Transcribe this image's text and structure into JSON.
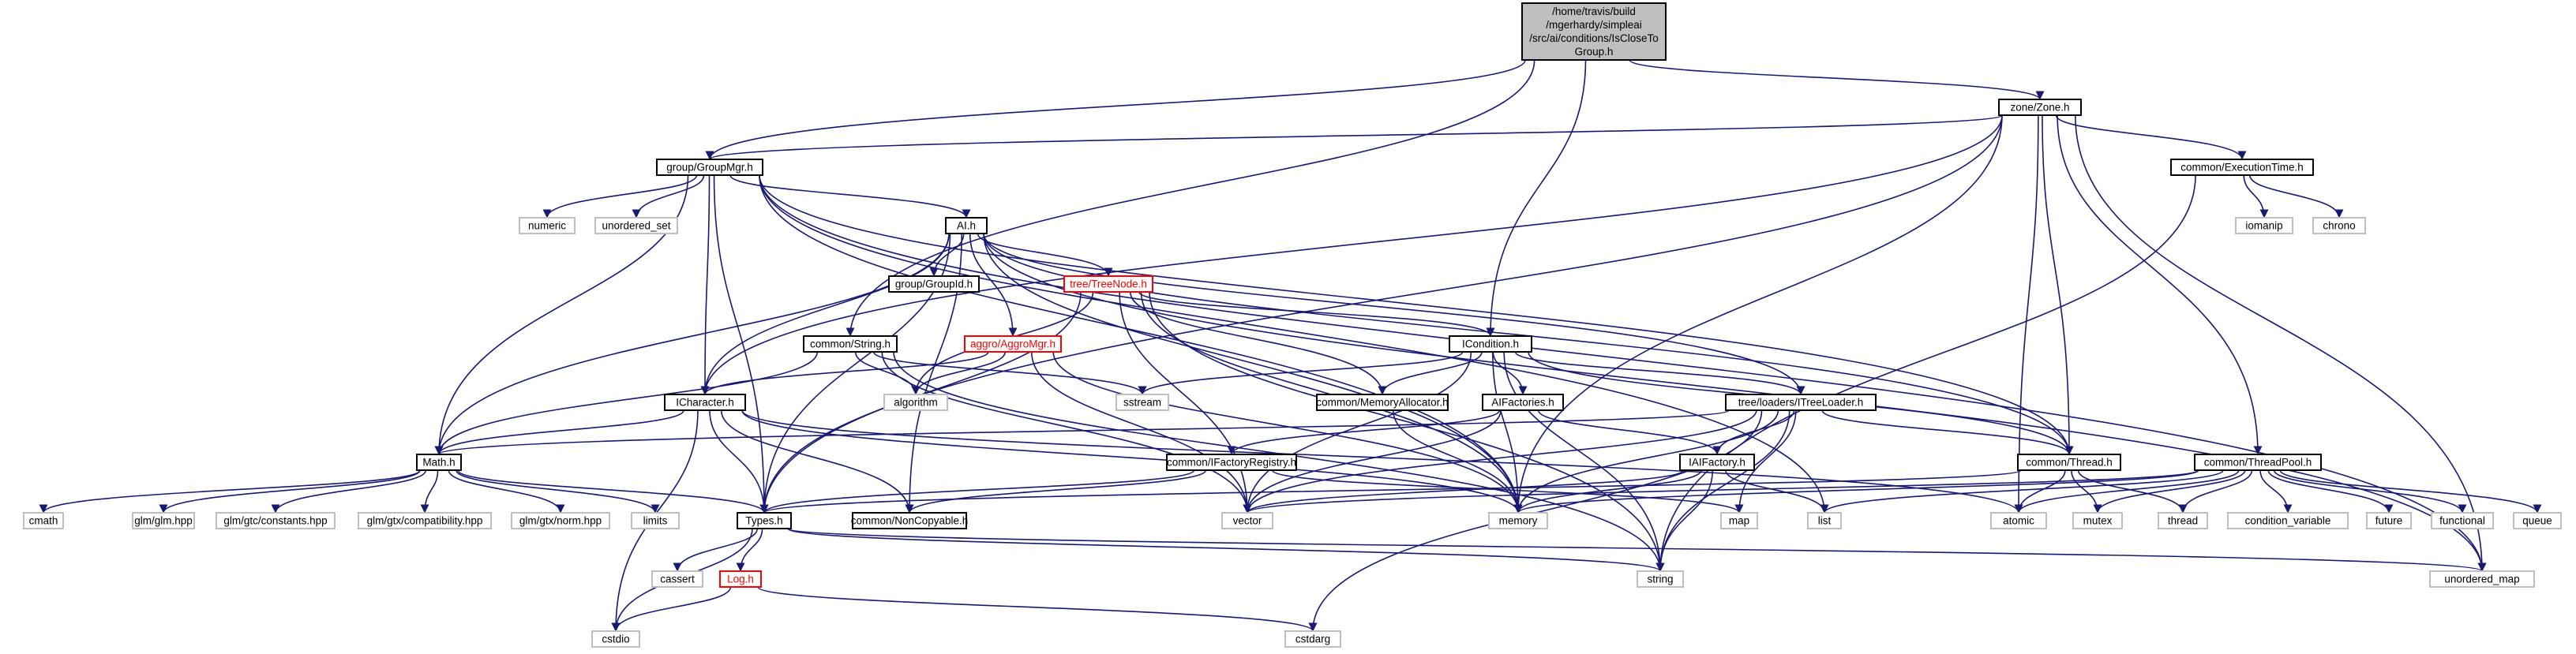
{
  "colors": {
    "edge": "#191970",
    "node_border": "#000000",
    "system_border": "#bfbfbf",
    "incomplete_border": "#ff0000",
    "root_fill": "#bfbfbf"
  },
  "nodes": {
    "root": [
      "/home/travis/build",
      "/mgerhardy/simpleai",
      "/src/ai/conditions/IsCloseTo",
      "Group.h"
    ],
    "zone": [
      "zone/Zone.h"
    ],
    "groupmgr": [
      "group/GroupMgr.h"
    ],
    "exectime": [
      "common/ExecutionTime.h"
    ],
    "ai": [
      "AI.h"
    ],
    "numeric": [
      "numeric"
    ],
    "uset": [
      "unordered_set"
    ],
    "iomanip": [
      "iomanip"
    ],
    "chrono": [
      "chrono"
    ],
    "groupid": [
      "group/GroupId.h"
    ],
    "treenode": [
      "tree/TreeNode.h"
    ],
    "cstring": [
      "common/String.h"
    ],
    "aggro": [
      "aggro/AggroMgr.h"
    ],
    "icond": [
      "ICondition.h"
    ],
    "sstream": [
      "sstream"
    ],
    "algorithm": [
      "algorithm"
    ],
    "memalloc": [
      "common/MemoryAllocator.h"
    ],
    "aifactories": [
      "AIFactories.h"
    ],
    "treeloader": [
      "tree/loaders/ITreeLoader.h"
    ],
    "icharacter": [
      "ICharacter.h"
    ],
    "ifactreg": [
      "common/IFactoryRegistry.h"
    ],
    "iaifactory": [
      "IAIFactory.h"
    ],
    "thread": [
      "common/Thread.h"
    ],
    "threadpool": [
      "common/ThreadPool.h"
    ],
    "mathh": [
      "Math.h"
    ],
    "cmath": [
      "cmath"
    ],
    "glm": [
      "glm/glm.hpp"
    ],
    "glmconst": [
      "glm/gtc/constants.hpp"
    ],
    "glmcompat": [
      "glm/gtx/compatibility.hpp"
    ],
    "glmnorm": [
      "glm/gtx/norm.hpp"
    ],
    "limits": [
      "limits"
    ],
    "types": [
      "Types.h"
    ],
    "noncopy": [
      "common/NonCopyable.h"
    ],
    "vector": [
      "vector"
    ],
    "memory": [
      "memory"
    ],
    "map": [
      "map"
    ],
    "list": [
      "list"
    ],
    "atomic": [
      "atomic"
    ],
    "mutex": [
      "mutex"
    ],
    "threadh": [
      "thread"
    ],
    "condvar": [
      "condition_variable"
    ],
    "future": [
      "future"
    ],
    "functional": [
      "functional"
    ],
    "queue": [
      "queue"
    ],
    "cassert": [
      "cassert"
    ],
    "log": [
      "Log.h"
    ],
    "string": [
      "string"
    ],
    "umap": [
      "unordered_map"
    ],
    "cstdio": [
      "cstdio"
    ],
    "cstdarg": [
      "cstdarg"
    ]
  }
}
